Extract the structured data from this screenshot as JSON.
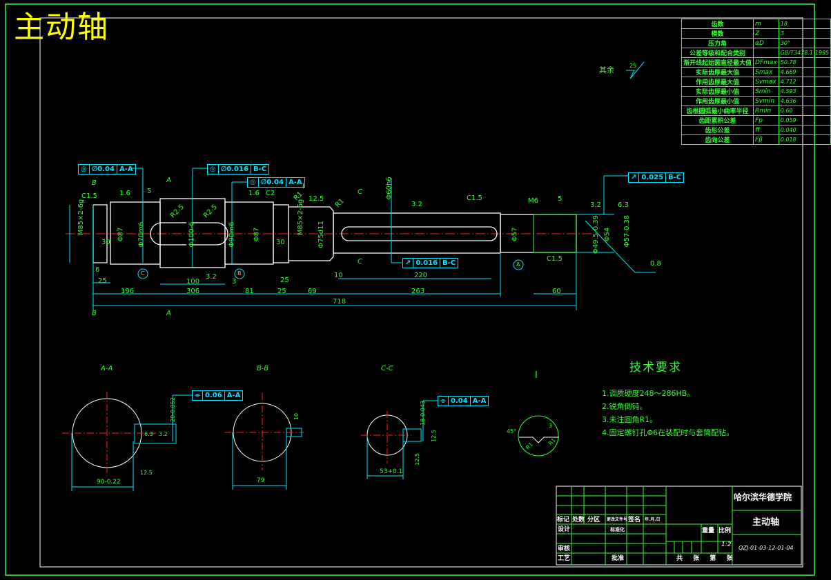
{
  "title": "主动轴",
  "params_table": {
    "rows": [
      {
        "name": "齿数",
        "symbol": "m",
        "value": "18"
      },
      {
        "name": "模数",
        "symbol": "Z",
        "value": "3"
      },
      {
        "name": "压力角",
        "symbol": "αD",
        "value": "30°"
      },
      {
        "name": "公差等级和配合类别",
        "symbol": "",
        "value": "GB/T3478.1-1995"
      },
      {
        "name": "渐开线起始圆直径最大值",
        "symbol": "DFmax",
        "value": "50.78"
      },
      {
        "name": "实际齿厚最大值",
        "symbol": "Smax",
        "value": "4.669"
      },
      {
        "name": "作用齿厚最大值",
        "symbol": "Svmax",
        "value": "4.712"
      },
      {
        "name": "实际齿厚最小值",
        "symbol": "Smin",
        "value": "4.593"
      },
      {
        "name": "作用齿厚最小值",
        "symbol": "Svmin",
        "value": "4.636"
      },
      {
        "name": "齿根圆弧最小曲率半径",
        "symbol": "Rmin",
        "value": "0.60"
      },
      {
        "name": "齿距累积公差",
        "symbol": "Fp",
        "value": "0.059"
      },
      {
        "name": "齿形公差",
        "symbol": "ff",
        "value": "0.040"
      },
      {
        "name": "齿向公差",
        "symbol": "Fβ",
        "value": "0.018"
      }
    ]
  },
  "surface_finish_note": {
    "label": "其余",
    "value": "25"
  },
  "fcf": {
    "f1": {
      "sym": "◎",
      "tol": "∅0.04",
      "datum": "A-A"
    },
    "f2": {
      "sym": "◎",
      "tol": "∅0.016",
      "datum": "B-C"
    },
    "f3": {
      "sym": "◎",
      "tol": "∅0.04",
      "datum": "A-A"
    },
    "f4": {
      "sym": "↗",
      "tol": "0.025",
      "datum": "B-C"
    },
    "f5": {
      "sym": "↗",
      "tol": "0.016",
      "datum": "B-C"
    },
    "f6": {
      "sym": "⌯",
      "tol": "0.06",
      "datum": "A-A"
    },
    "f7": {
      "sym": "⌯",
      "tol": "0.04",
      "datum": "A-A"
    }
  },
  "dims": {
    "d196": "196",
    "d306": "306",
    "d81": "81",
    "d25a": "25",
    "d69": "69",
    "d718": "718",
    "d263": "263",
    "d60": "60",
    "d100": "100",
    "d220": "220",
    "d10": "10",
    "d5": "5",
    "d6": "6",
    "d25": "25",
    "d30a": "30",
    "d30b": "30",
    "d3": "3",
    "d25c": "25",
    "m85l": "M85×2-6g",
    "m85r": "M85×2-6g",
    "phi87a": "Φ87",
    "phi87b": "Φ87",
    "phi70": "Φ70m6",
    "phi100": "Φ100-6",
    "phi90": "Φ90m6",
    "phi75": "Φ75d11",
    "phi60": "Φ60h6",
    "phi57": "Φ57",
    "phi54": "Φ54",
    "phi49": "Φ49.5-0.39",
    "phi57b": "Φ57-0.38",
    "r25a": "R2.5",
    "r25b": "R2.5",
    "r1": "R1",
    "c15a": "C1.5",
    "c15b": "C1.5",
    "c15c": "C1.5",
    "c2": "C2",
    "m6": "M6",
    "d5b": "5",
    "ra16a": "1.6",
    "ra16b": "1.6",
    "ra32a": "3.2",
    "ra32b": "3.2",
    "ra32c": "3.2",
    "ra63": "6.3",
    "ra08": "0.8",
    "ra125": "12.5",
    "r1b": "R1"
  },
  "markers": {
    "A": "A",
    "B": "B",
    "C": "C",
    "I": "I",
    "datumC": "C",
    "datumB": "B",
    "datumA": "A"
  },
  "sections": {
    "aa": {
      "label": "A-A",
      "dia": "90-0.22",
      "key": "20-0.052",
      "ra": "3.2",
      "ra2": "6.3",
      "ra3": "12.5"
    },
    "bb": {
      "label": "B-B",
      "dia": "79",
      "key": "10"
    },
    "cc": {
      "label": "C-C",
      "dia": "53+0.1",
      "key": "18-0.043",
      "ra": "12.5",
      "ra2": "12.5"
    }
  },
  "detail": {
    "label": "I",
    "angle": "45°",
    "r1": "R1",
    "r2": "R1",
    "d": "3"
  },
  "tech_req": {
    "heading": "技术要求",
    "lines": [
      "1.调质硬度248～286HB。",
      "2.锐角倒钝。",
      "3.未注圆角R1。",
      "4.固定螺钉孔Φ6在装配时与套筒配钻。"
    ]
  },
  "title_block": {
    "school": "哈尔滨华德学院",
    "part_name": "主动轴",
    "drawing_no": "QZJ-01-03-12-01-04",
    "scale": "1:2",
    "labels": {
      "mark": "标记",
      "count": "处数",
      "zone": "分区",
      "change_doc": "更改文件号",
      "sign": "签名",
      "date": "年.月.日",
      "design": "设计",
      "standard": "标准化",
      "check": "审核",
      "process": "工艺",
      "approve": "批准",
      "weight": "重量",
      "ratio": "比例",
      "sheets": "共   张   第   张"
    }
  }
}
